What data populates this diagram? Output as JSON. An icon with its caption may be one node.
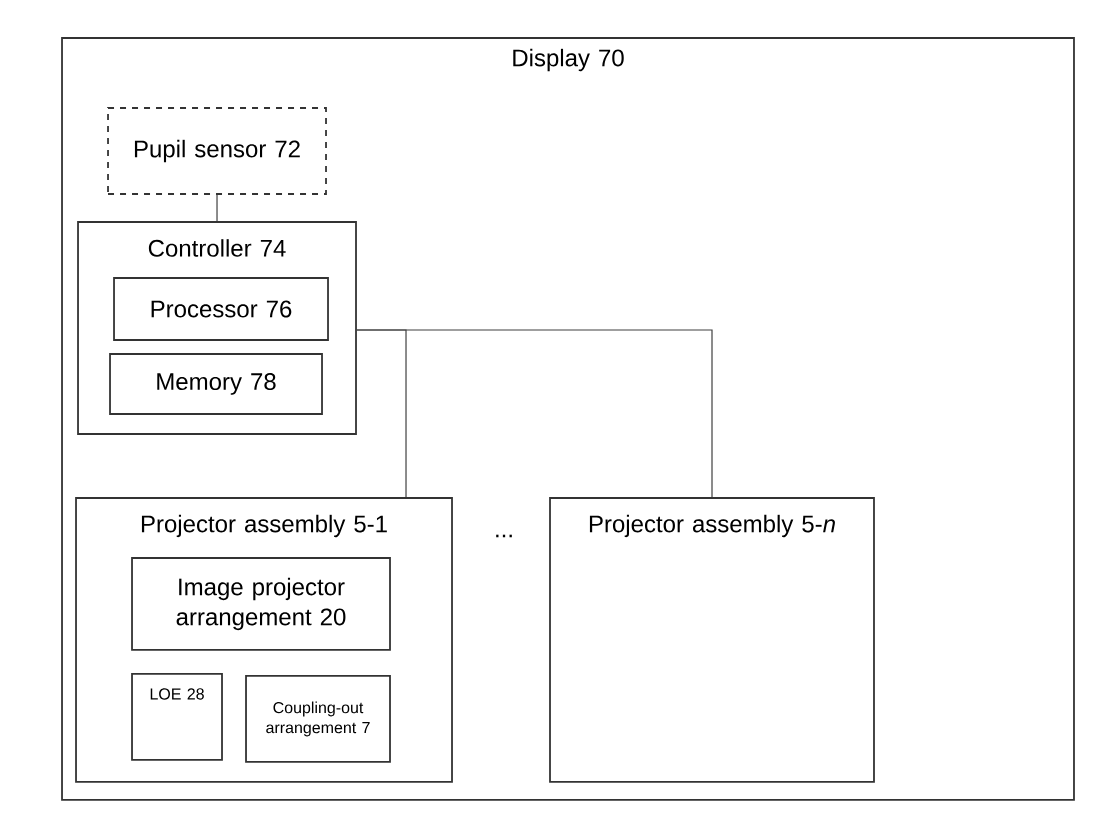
{
  "diagram": {
    "nodes": [
      {
        "text": [
          "Display 70"
        ]
      },
      {
        "text": [
          "Pupil sensor 72"
        ],
        "in": 0
      },
      {
        "text": [
          "Controller 74"
        ],
        "in": 0
      },
      {
        "text": [
          "Processor 76"
        ],
        "in": 2
      },
      {
        "text": [
          "Memory 78"
        ],
        "in": 2
      },
      {
        "text": [
          "Projector assembly 5-1"
        ],
        "in": 0
      },
      {
        "text": [
          "Image projector arrangement 20"
        ],
        "in": 5
      },
      {
        "text": [
          "LOE 28"
        ],
        "in": 5
      },
      {
        "text": [
          "Coupling-out arrangement 7"
        ],
        "in": 5
      },
      {
        "text": [
          "Projector assembly 5-*n*"
        ],
        "in": 0
      }
    ],
    "edges": [
      {
        "from": 1,
        "to": 2,
        "arrow": "none"
      },
      {
        "from": 2,
        "to": 5,
        "arrow": "none"
      },
      {
        "from": 2,
        "to": 9,
        "arrow": "none"
      }
    ],
    "labels": [
      "..."
    ]
  }
}
